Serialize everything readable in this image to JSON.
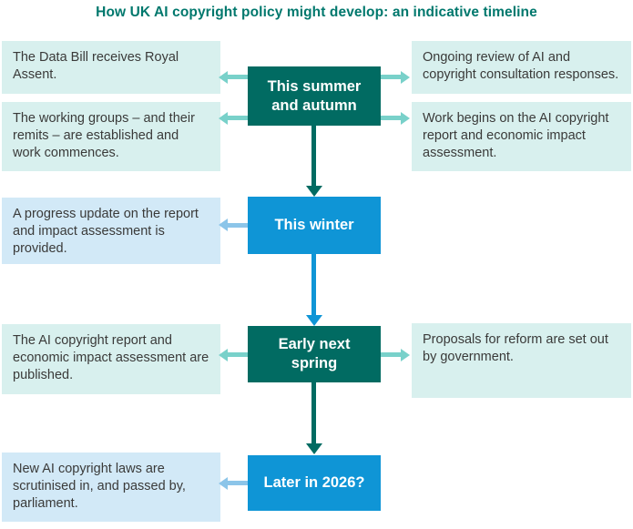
{
  "title": "How UK AI copyright policy might develop: an indicative timeline",
  "colors": {
    "title_text": "#00786D",
    "stage_teal": "#016B62",
    "stage_blue": "#0F95D6",
    "side_note_cyan_bg": "#D8F0EE",
    "side_note_blue_bg": "#D2E9F7",
    "arrow_light_teal": "#79D1CA",
    "arrow_light_blue": "#8CC5E9",
    "side_note_text": "#3A3A39"
  },
  "stages": [
    {
      "label": "This summer and autumn",
      "label_lines": [
        "This summer",
        "and autumn"
      ],
      "variant": "teal",
      "left_notes": [
        "The Data Bill receives Royal Assent.",
        "The working groups – and their remits – are established and work commences."
      ],
      "right_notes": [
        "Ongoing review of AI and copyright consultation responses.",
        "Work begins on the AI copyright report and economic impact assessment."
      ]
    },
    {
      "label": "This winter",
      "label_lines": [
        "This winter"
      ],
      "variant": "blue",
      "left_notes": [
        "A progress update on the report and impact assessment is provided."
      ],
      "right_notes": []
    },
    {
      "label": "Early next spring",
      "label_lines": [
        "Early next",
        "spring"
      ],
      "variant": "teal",
      "left_notes": [
        "The AI copyright report and economic impact assessment are published."
      ],
      "right_notes": [
        "Proposals for reform are set out by government."
      ]
    },
    {
      "label": "Later in 2026?",
      "label_lines": [
        "Later in 2026?"
      ],
      "variant": "blue",
      "left_notes": [
        "New AI copyright laws are scrutinised in, and passed by, parliament."
      ],
      "right_notes": []
    }
  ]
}
